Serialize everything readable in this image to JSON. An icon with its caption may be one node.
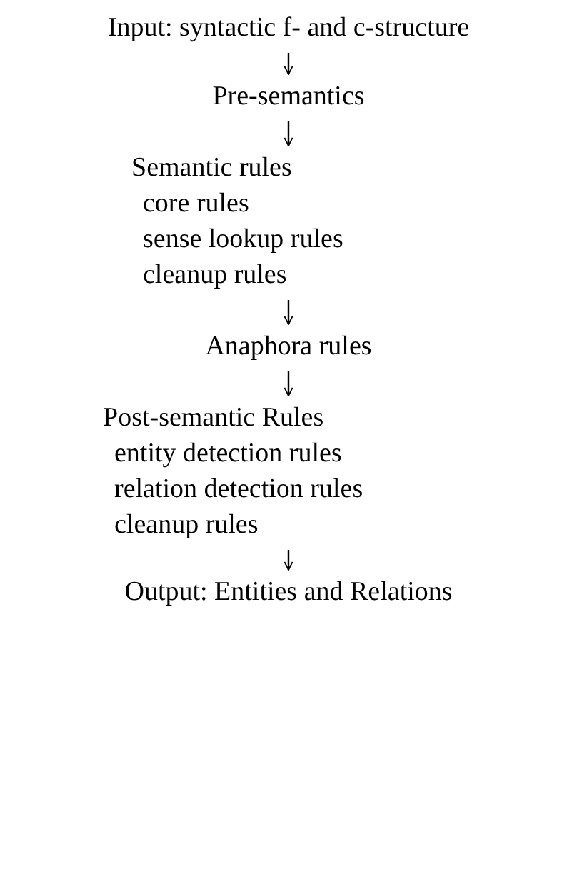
{
  "diagram": {
    "nodes": [
      {
        "text": [
          "Input: syntactic f- and c-structure"
        ]
      },
      {
        "text": [
          "Pre-semantics"
        ]
      },
      {
        "text": [
          "Semantic rules",
          "core rules",
          "sense lookup rules",
          "cleanup rules"
        ]
      },
      {
        "text": [
          "Anaphora rules"
        ]
      },
      {
        "text": [
          "Post-semantic Rules",
          "entity detection rules",
          "relation detection rules",
          "cleanup rules"
        ]
      },
      {
        "text": [
          "Output: Entities and Relations"
        ]
      }
    ],
    "edges": [
      {
        "from": 0,
        "to": 1,
        "arrow": "to"
      },
      {
        "from": 1,
        "to": 2,
        "arrow": "to"
      },
      {
        "from": 2,
        "to": 3,
        "arrow": "to"
      },
      {
        "from": 3,
        "to": 4,
        "arrow": "to"
      },
      {
        "from": 4,
        "to": 5,
        "arrow": "to"
      }
    ]
  }
}
